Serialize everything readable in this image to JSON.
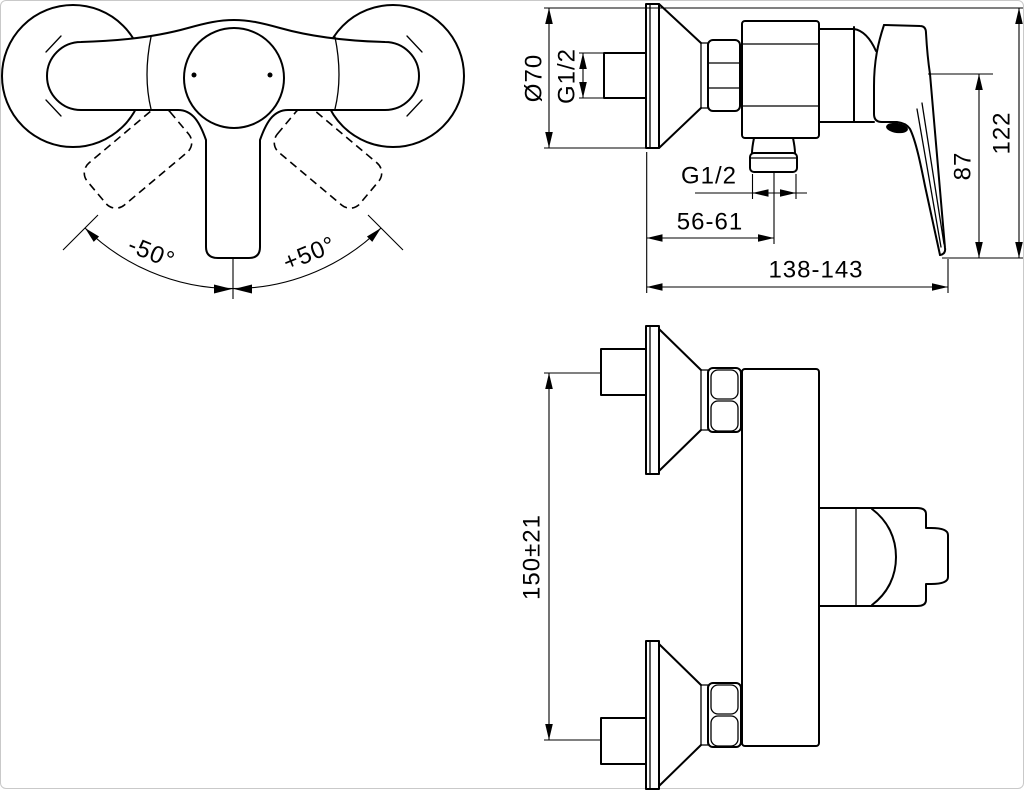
{
  "front_view": {
    "angle_left_label": "-50°",
    "angle_right_label": "+50°"
  },
  "side_view": {
    "escutcheon_diameter_label": "Ø70",
    "inlet_thread_label": "G1/2",
    "outlet_thread_label": "G1/2",
    "outlet_depth_label": "56-61",
    "overall_depth_label": "138-143",
    "handle_height_label": "87",
    "overall_height_label": "122"
  },
  "top_view": {
    "connection_spacing_label": "150±21"
  },
  "colors": {
    "line": "#000000",
    "background": "#ffffff"
  }
}
